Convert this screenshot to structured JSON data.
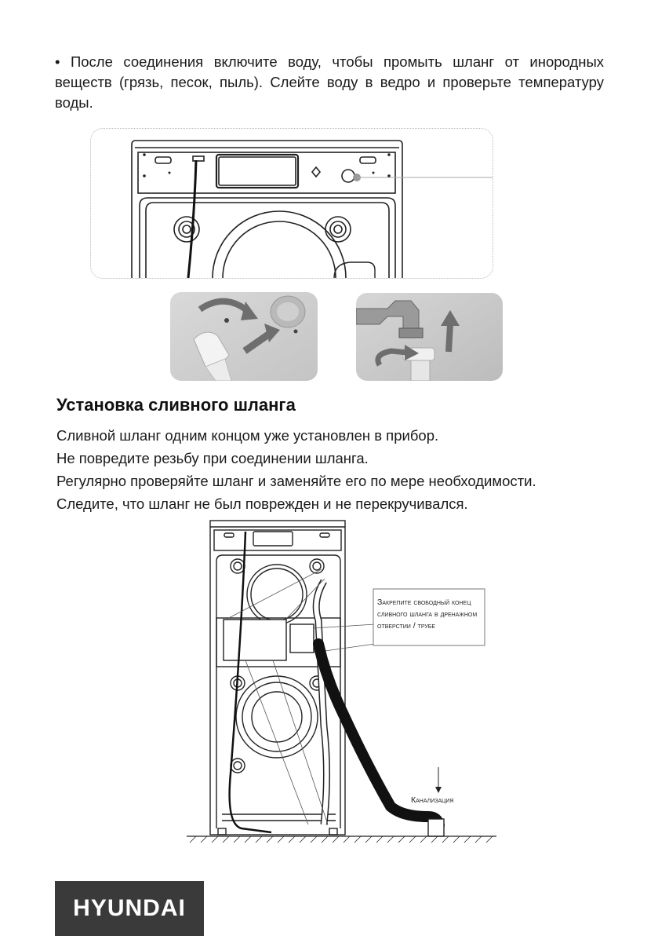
{
  "intro": {
    "text": "• После соединения включите воду, чтобы промыть шланг от инородных веществ (грязь, песок, пыль). Слейте воду в ведро и проверьте температуру воды."
  },
  "section": {
    "title": "Установка сливного шланга",
    "lines": [
      "Сливной шланг одним концом уже установлен в прибор.",
      "Не повредите резьбу при соединении шланга.",
      "Регулярно проверяйте шланг и заменяйте его по мере необходимости.",
      "Следите, что шланг не был поврежден и не перекручивался."
    ]
  },
  "diagram": {
    "callout": "Закрепите свободный конец сливного шланга в дренажном отверстии / трубе",
    "drain_label": "Канализация"
  },
  "logo": {
    "text": "HYUNDAI"
  }
}
